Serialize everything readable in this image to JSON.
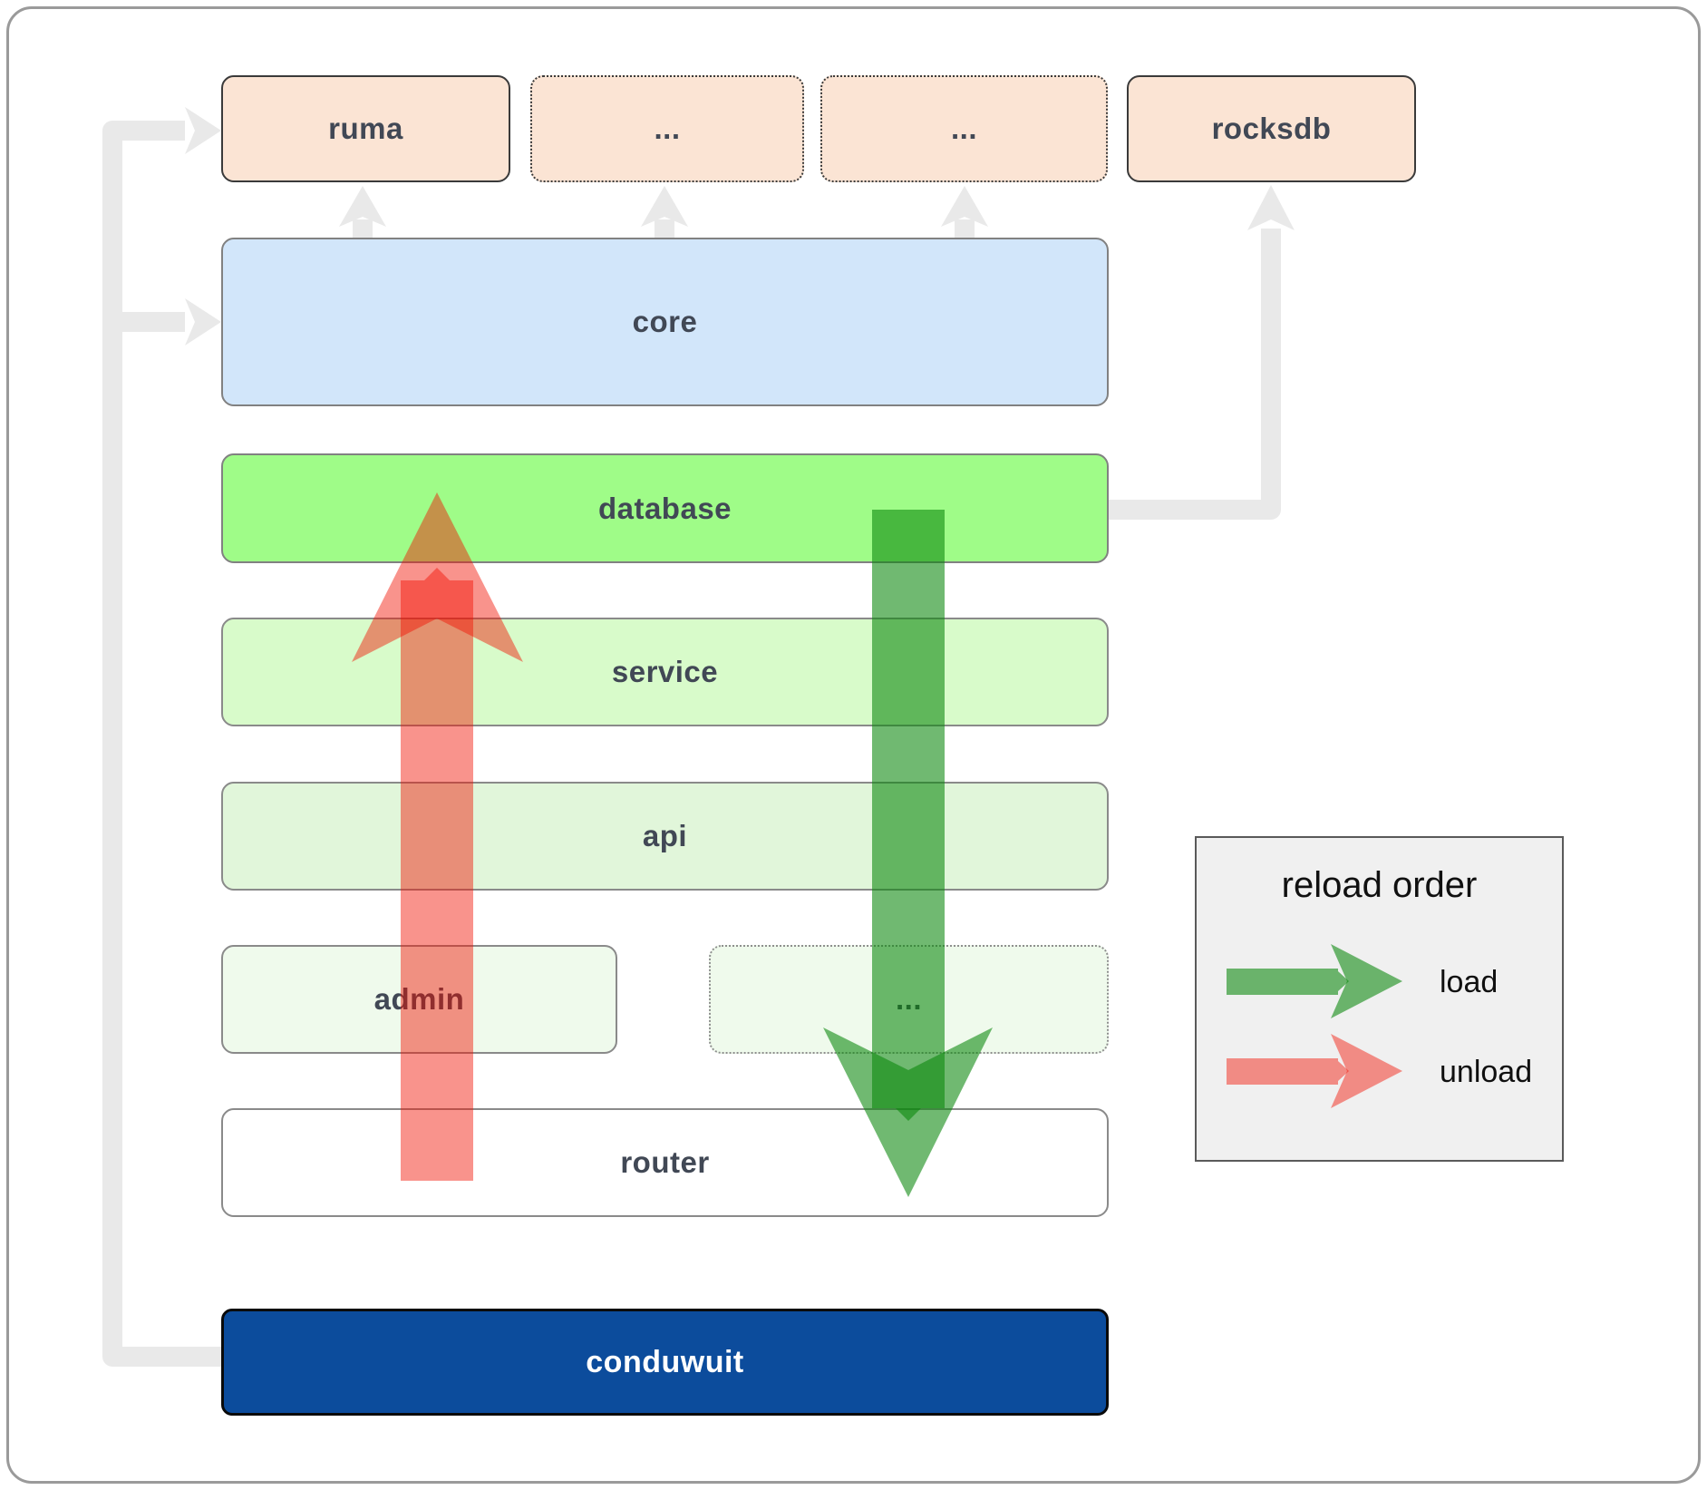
{
  "boxes": {
    "ruma": "ruma",
    "crate_more_1": "...",
    "crate_more_2": "...",
    "rocksdb": "rocksdb",
    "core": "core",
    "database": "database",
    "service": "service",
    "api": "api",
    "admin": "admin",
    "admin_more": "...",
    "router": "router",
    "conduwuit": "conduwuit"
  },
  "legend": {
    "title": "reload order",
    "load_label": "load",
    "unload_label": "unload"
  },
  "colors": {
    "peach_box": "#fbe4d4",
    "core_blue": "#d2e6fa",
    "database_green": "#9ffc88",
    "service_green": "#d8fbca",
    "api_green": "#e1f6da",
    "admin_green": "#effaec",
    "conduwuit_navy": "#0c4c9c",
    "connector_gray": "#e9e9e9",
    "load_arrow_green": "#08860b",
    "unload_arrow_red": "#f21000",
    "legend_background": "#f0f0f0",
    "label_text": "#414855"
  }
}
